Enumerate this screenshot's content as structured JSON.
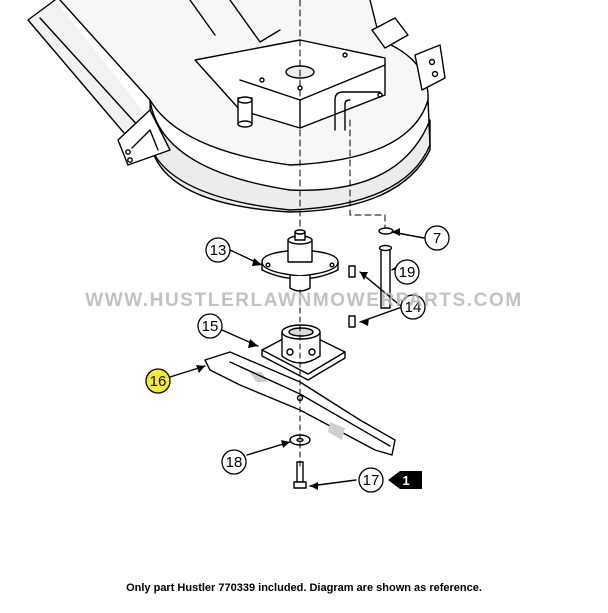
{
  "diagram": {
    "callouts": [
      {
        "id": "c7",
        "label": "7",
        "highlighted": false
      },
      {
        "id": "c13",
        "label": "13",
        "highlighted": false
      },
      {
        "id": "c14",
        "label": "14",
        "highlighted": false
      },
      {
        "id": "c15",
        "label": "15",
        "highlighted": false
      },
      {
        "id": "c16",
        "label": "16",
        "highlighted": true
      },
      {
        "id": "c17",
        "label": "17",
        "highlighted": false
      },
      {
        "id": "c18",
        "label": "18",
        "highlighted": false
      },
      {
        "id": "c19",
        "label": "19",
        "highlighted": false
      }
    ],
    "tag": {
      "label": "1"
    },
    "highlight_color": "#f5ec2a"
  },
  "watermark": "WWW.HUSTLERLAWNMOWERPARTS.COM",
  "caption": "Only part Hustler 770339 included. Diagram are shown as reference."
}
